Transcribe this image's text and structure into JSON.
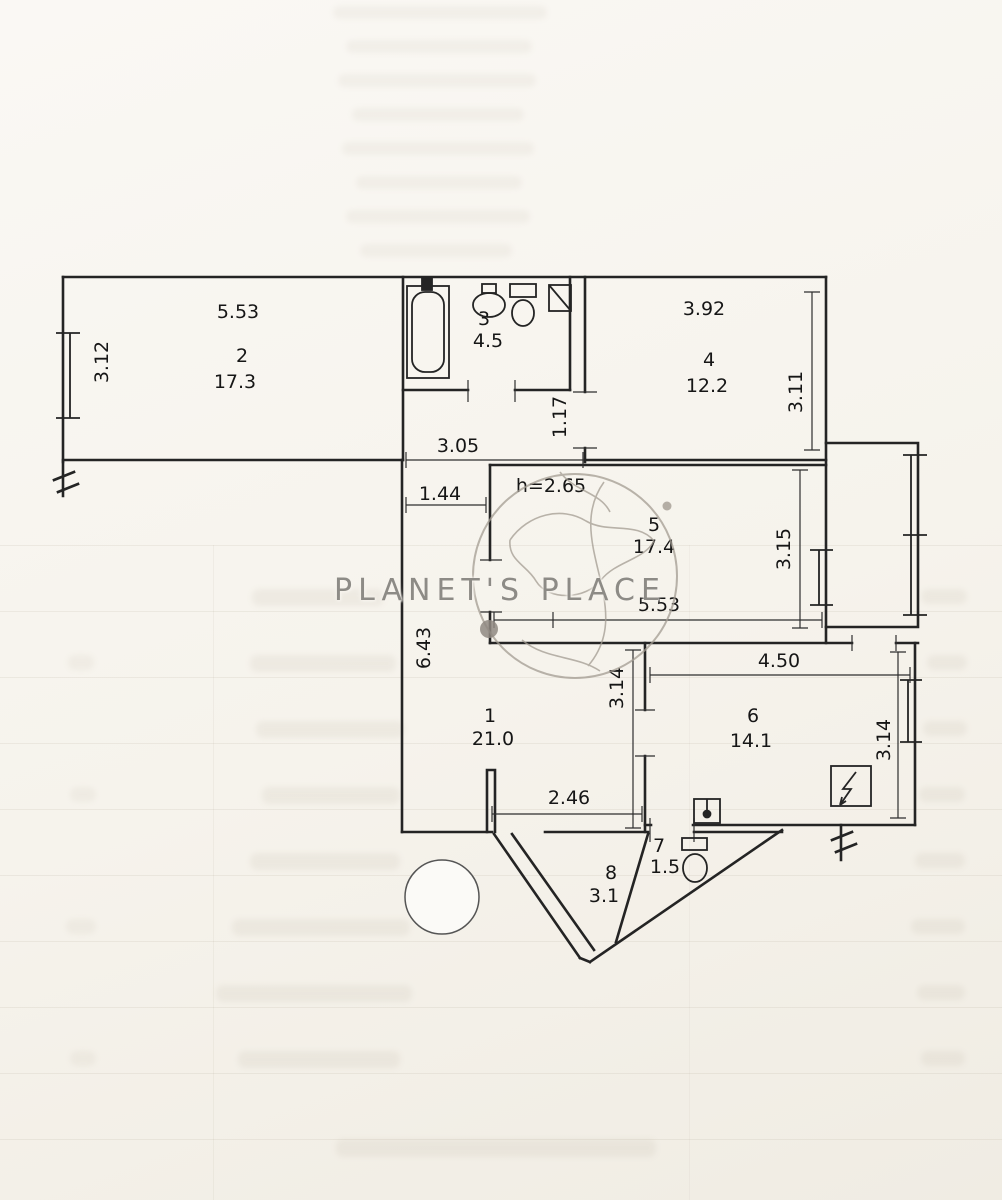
{
  "watermark": {
    "text": "PLANET'S PLACE"
  },
  "plan": {
    "height_note": "h=2.65",
    "rooms": {
      "hall": {
        "num": "1",
        "area": "21.0"
      },
      "living": {
        "num": "2",
        "area": "17.3"
      },
      "bath": {
        "num": "3",
        "area": "4.5"
      },
      "room4": {
        "num": "4",
        "area": "12.2"
      },
      "room5": {
        "num": "5",
        "area": "17.4"
      },
      "room6": {
        "num": "6",
        "area": "14.1"
      },
      "wc": {
        "num": "7",
        "area": "1.5"
      },
      "storage": {
        "num": "8",
        "area": "3.1"
      }
    },
    "dims": {
      "room2_w": "5.53",
      "room2_h": "3.12",
      "room4_w": "3.92",
      "room4_h": "3.11",
      "corridor_w": "3.05",
      "corridor_h": "1.17",
      "hall_top_w": "1.44",
      "hall_h": "6.43",
      "room5_w": "5.53",
      "room5_h": "3.15",
      "hall_low_w": "3.14",
      "room6_w": "4.50",
      "room6_h": "3.14",
      "hall_bottom_w": "2.46"
    }
  }
}
